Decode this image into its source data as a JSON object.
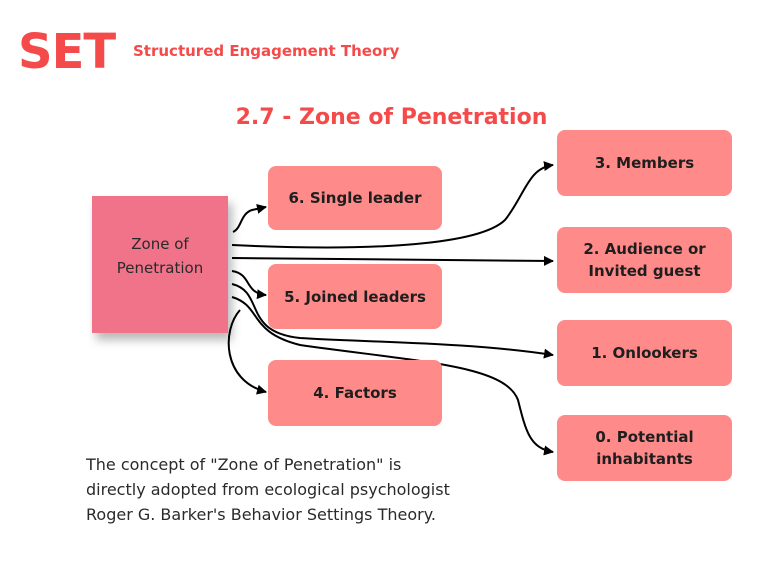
{
  "header": {
    "logo": "SET",
    "subtitle": "Structured Engagement Theory"
  },
  "title": "2.7 - Zone of Penetration",
  "center_note": {
    "label": "Zone of\nPenetration",
    "color": "#f0738a"
  },
  "left_boxes": [
    {
      "label": "6. Single leader"
    },
    {
      "label": "5. Joined leaders"
    },
    {
      "label": "4. Factors"
    }
  ],
  "right_boxes": [
    {
      "label": "3. Members"
    },
    {
      "label": "2. Audience or\nInvited guest"
    },
    {
      "label": "1. Onlookers"
    },
    {
      "label": "0. Potential\ninhabitants"
    }
  ],
  "caption": {
    "lines": [
      "The concept of \"Zone of Penetration\" is",
      "directly adopted from ecological psychologist",
      "Roger G. Barker's Behavior Settings Theory."
    ]
  },
  "colors": {
    "accent": "#f44a4a",
    "box_fill": "#ff8a8a",
    "connector": "#000000"
  }
}
